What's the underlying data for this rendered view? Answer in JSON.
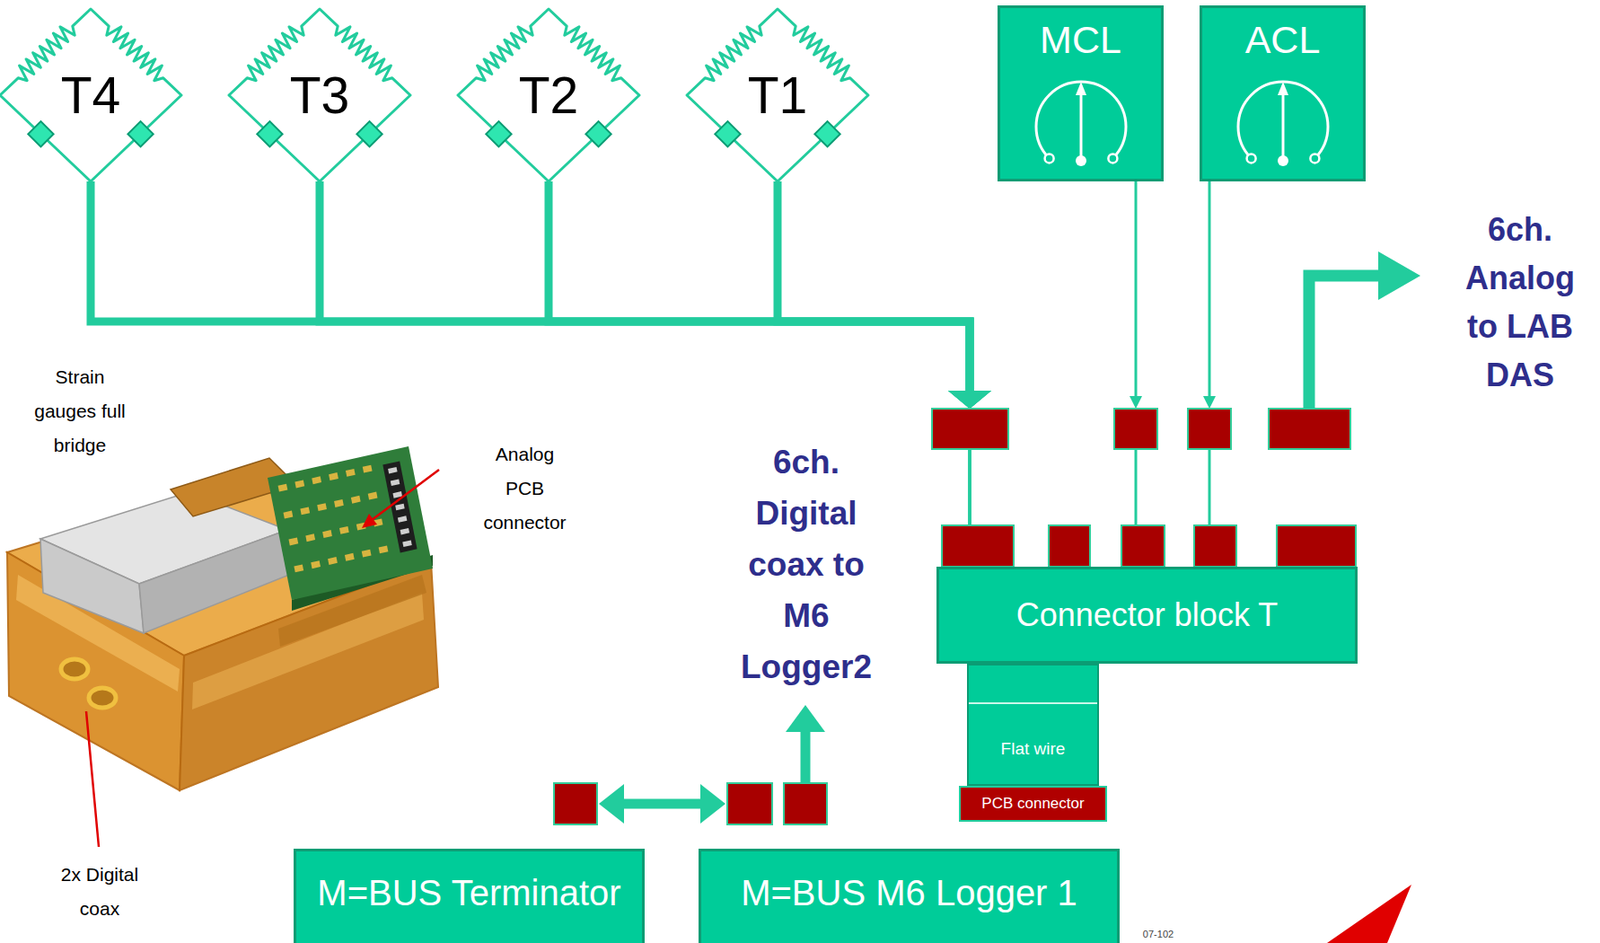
{
  "diagram": {
    "nodes": [
      {
        "text": [
          "T4"
        ]
      },
      {
        "text": [
          "T3"
        ]
      },
      {
        "text": [
          "T2"
        ]
      },
      {
        "text": [
          "T1"
        ]
      },
      {
        "text": [
          "MCL"
        ]
      },
      {
        "text": [
          "ACL"
        ]
      },
      {
        "text": [
          "Connector block T"
        ]
      },
      {
        "text": [
          "Flat wire"
        ]
      },
      {
        "text": [
          "PCB connector"
        ]
      },
      {
        "text": [
          "M=BUS Terminator"
        ]
      },
      {
        "text": [
          "M=BUS M6 Logger 1"
        ]
      }
    ],
    "edges": [
      {
        "from": 0,
        "to": 6,
        "arrow": "to"
      },
      {
        "from": 1,
        "to": 6,
        "arrow": "to"
      },
      {
        "from": 2,
        "to": 6,
        "arrow": "to"
      },
      {
        "from": 3,
        "to": 6,
        "arrow": "to"
      },
      {
        "from": 4,
        "to": 6,
        "arrow": "to"
      },
      {
        "from": 5,
        "to": 6,
        "arrow": "to"
      }
    ],
    "labels": [
      "6ch. Analog to LAB DAS",
      "Strain gauges full bridge",
      "Analog PCB connector",
      "6ch. Digital coax to M6 Logger2",
      "2x Digital coax",
      "07-102"
    ]
  }
}
